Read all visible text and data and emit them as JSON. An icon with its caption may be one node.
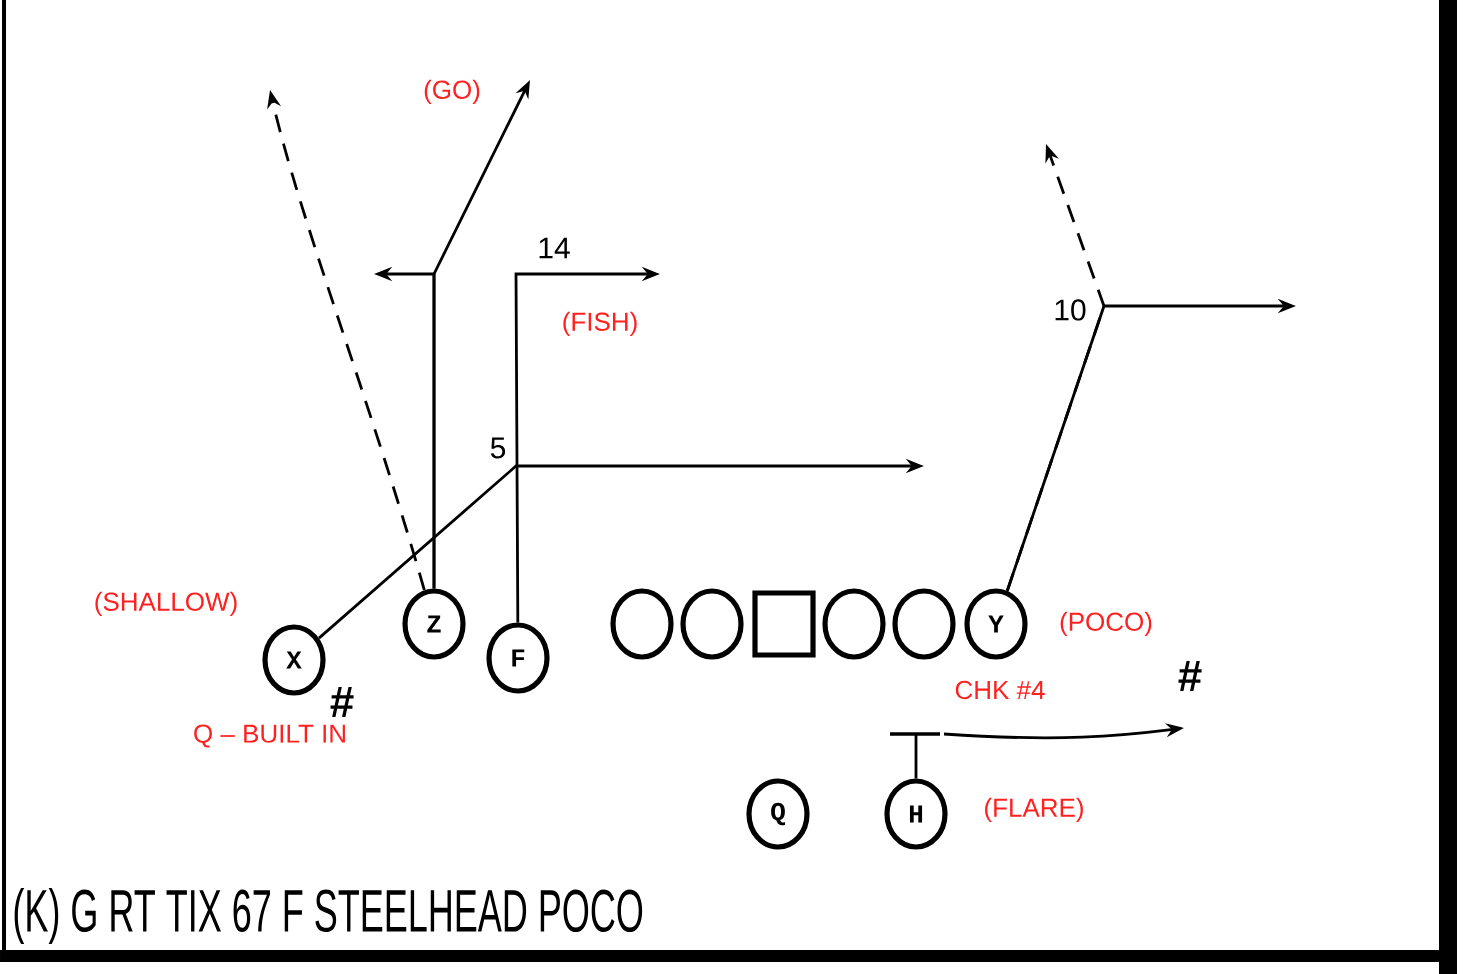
{
  "diagram": {
    "caption": "(K) G RT TIX 67 F STEELHEAD POCO",
    "nodes": [
      {
        "text": [
          "X"
        ],
        "beside": [
          "(SHALLOW)"
        ]
      },
      {
        "text": [
          "Z"
        ]
      },
      {
        "text": [
          "F"
        ]
      },
      {
        "text": [],
        "shape": "circle"
      },
      {
        "text": [],
        "shape": "circle"
      },
      {
        "text": [],
        "shape": "box"
      },
      {
        "text": [],
        "shape": "circle"
      },
      {
        "text": [],
        "shape": "circle"
      },
      {
        "text": [
          "Y"
        ],
        "beside": [
          "(POCO)"
        ]
      },
      {
        "text": [
          "Q"
        ]
      },
      {
        "text": [
          "H"
        ],
        "beside": [
          "(FLARE)"
        ]
      }
    ],
    "edges": [
      {
        "from": 0,
        "to": null,
        "arrow": "to"
      },
      {
        "from": 1,
        "to": null,
        "arrow": "to",
        "style": "dashed"
      },
      {
        "from": 1,
        "to": null,
        "arrow": "to"
      },
      {
        "from": 1,
        "to": null,
        "arrow": "to"
      },
      {
        "from": 2,
        "to": null,
        "arrow": "to"
      },
      {
        "from": 8,
        "to": null,
        "arrow": "to",
        "style": "dashed"
      },
      {
        "from": 8,
        "to": null,
        "arrow": "to"
      },
      {
        "from": 10,
        "to": null,
        "arrow": "to"
      }
    ],
    "labels": [
      "(GO)",
      "14",
      "(FISH)",
      "5",
      "10",
      "#",
      "Q – BUILT IN",
      "CHK #4",
      "#"
    ]
  }
}
